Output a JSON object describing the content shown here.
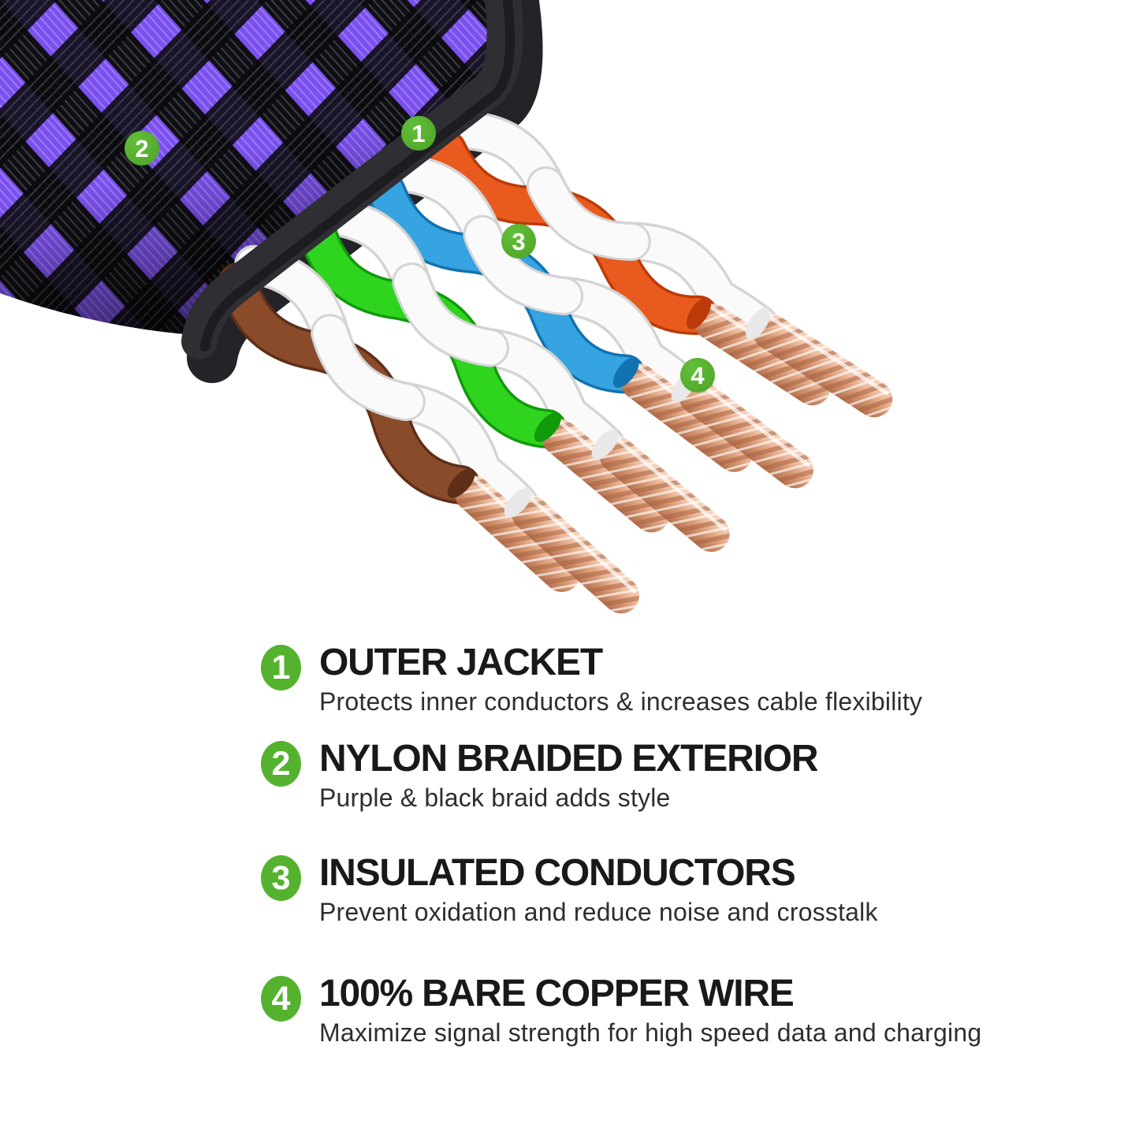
{
  "figure": {
    "alt": "Cutaway of a flat charging cable: purple and black nylon braid over a dark jacket, four color-coded twisted pairs (brown, green, blue, orange each twisted with white) ending in bare stranded copper",
    "callouts": [
      {
        "n": "1"
      },
      {
        "n": "2"
      },
      {
        "n": "3"
      },
      {
        "n": "4"
      }
    ],
    "colors": {
      "accent_green": "#55b22e",
      "braid_purple": "#7b50ee",
      "braid_black": "#101014",
      "jacket_gray": "#2e2e33",
      "copper_light": "#f6d7c2",
      "copper_dark": "#b5724f",
      "wire_brown": "#8a4b2b",
      "wire_green": "#2fd41f",
      "wire_blue": "#35a4e0",
      "wire_orange": "#e85a1e",
      "wire_white": "#fafafa"
    }
  },
  "legend": {
    "items": [
      {
        "n": "1",
        "title": "OUTER JACKET",
        "desc": "Protects inner conductors & increases cable flexibility"
      },
      {
        "n": "2",
        "title": "NYLON BRAIDED EXTERIOR",
        "desc": "Purple & black braid adds style"
      },
      {
        "n": "3",
        "title": "INSULATED CONDUCTORS",
        "desc": "Prevent oxidation and reduce noise and crosstalk"
      },
      {
        "n": "4",
        "title": "100% BARE COPPER WIRE",
        "desc": "Maximize signal strength for high speed data and charging"
      }
    ]
  }
}
